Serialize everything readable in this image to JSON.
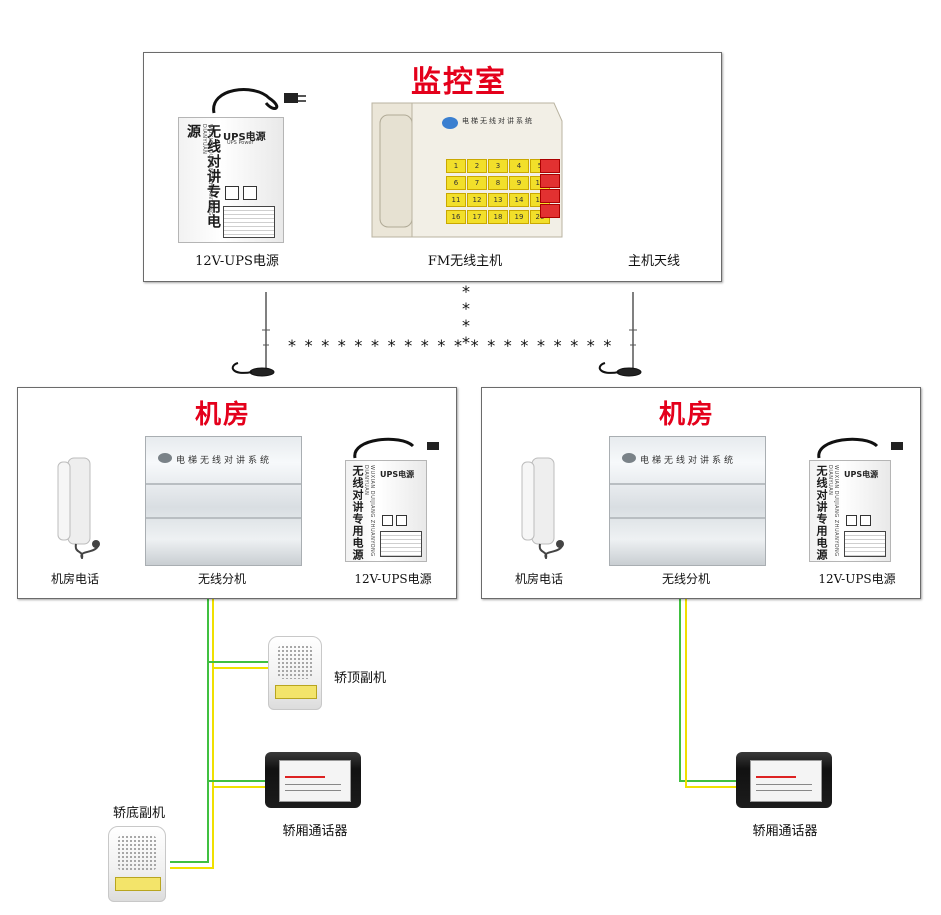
{
  "control_room": {
    "title": "监控室",
    "ups_label": "12V-UPS电源",
    "host_label": "FM无线主机",
    "antenna_label": "主机天线"
  },
  "machine_room_left": {
    "title": "机房",
    "phone_label": "机房电话",
    "branch_label": "无线分机",
    "ups_label": "12V-UPS电源"
  },
  "machine_room_right": {
    "title": "机房",
    "phone_label": "机房电话",
    "branch_label": "无线分机",
    "ups_label": "12V-UPS电源"
  },
  "car_top_label": "轿顶副机",
  "car_bottom_label": "轿底副机",
  "car_comm_left_label": "轿厢通话器",
  "car_comm_right_label": "轿厢通话器",
  "device_text": {
    "ups_vertical": "无线对讲专用电源",
    "ups_brand": "UPS电源",
    "ups_brand_en": "UPS Power",
    "ups_pinyin": "WUXIAN DUIJIANG ZHUANYONG DIANYUAN",
    "host_brand": "电梯无线对讲系统",
    "branch_brand": "电梯无线对讲系统",
    "keys": [
      "1",
      "2",
      "3",
      "4",
      "5",
      "6",
      "7",
      "8",
      "9",
      "10",
      "11",
      "12",
      "13",
      "14",
      "15",
      "16",
      "17",
      "18",
      "19",
      "20"
    ]
  },
  "colors": {
    "title_red": "#e4001b",
    "wire_red": "#e02020",
    "wire_yellow": "#f0e000",
    "wire_green": "#40c040",
    "box_border": "#6b6b6b"
  },
  "icons": [
    "ups-power-box",
    "fm-host-unit",
    "antenna-icon",
    "wall-phone-icon",
    "branch-unit",
    "speaker-unit",
    "car-communicator"
  ]
}
